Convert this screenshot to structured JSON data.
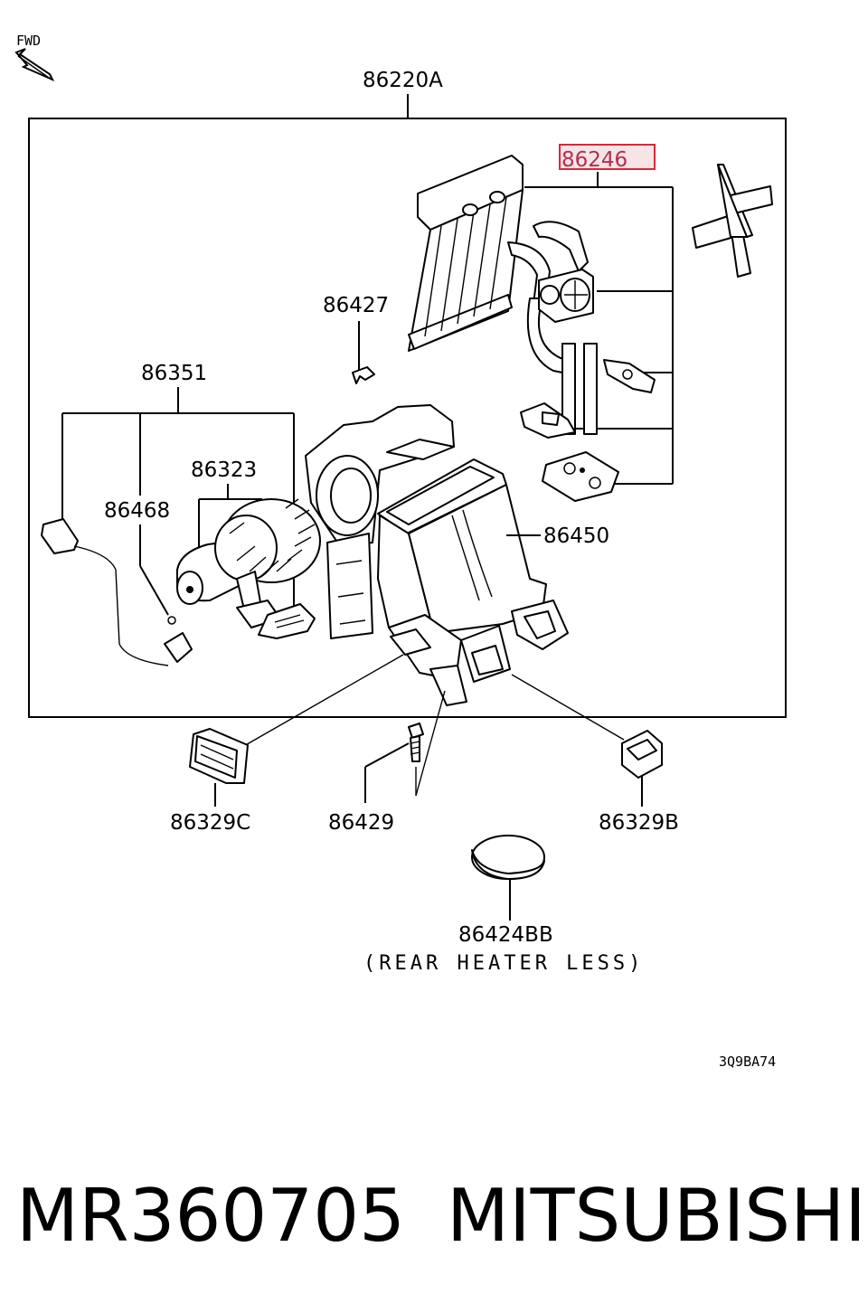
{
  "direction_label": "FWD",
  "callouts": {
    "assembly": "86220A",
    "heater_core": "86246",
    "clip": "86427",
    "blower_assembly": "86351",
    "fan": "86323",
    "resistor": "86468",
    "case": "86450",
    "duct_left": "86329C",
    "screw": "86429",
    "duct_right": "86329B",
    "plug": "86424BB"
  },
  "plug_note": "(REAR HEATER LESS)",
  "diagram_code": "3Q9BA74",
  "footer": {
    "part_number": "MR360705",
    "brand": "MITSUBISHI"
  },
  "colors": {
    "highlight_box": "#d8283c",
    "highlight_fill": "#f7e4e6"
  }
}
